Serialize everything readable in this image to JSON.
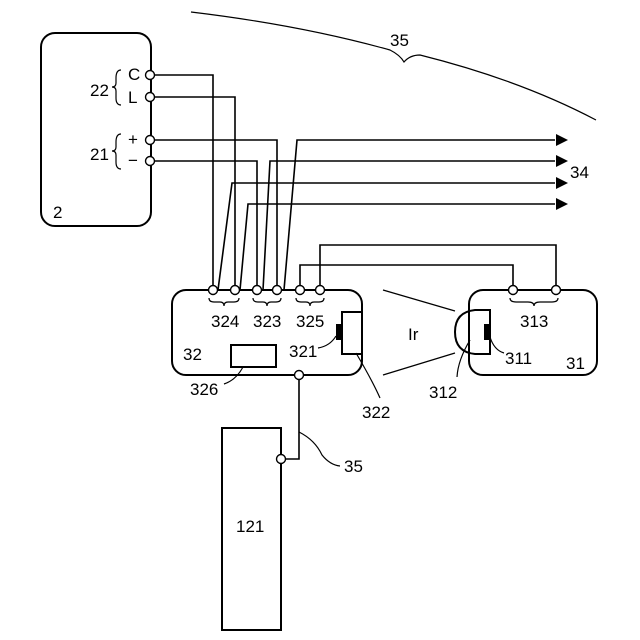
{
  "labels": {
    "device2": "2",
    "terminal_group_22": "22",
    "terminal_c": "C",
    "terminal_l": "L",
    "terminal_group_21": "21",
    "terminal_plus": "+",
    "terminal_minus": "−",
    "cable_35_top": "35",
    "line_bundle_34": "34",
    "group_324": "324",
    "group_323": "323",
    "group_325": "325",
    "unit_32": "32",
    "emitter_321": "321",
    "lens_322": "322",
    "component_326": "326",
    "ir_label": "Ir",
    "group_313": "313",
    "receiver_311": "311",
    "lens_312": "312",
    "unit_31": "31",
    "cable_35_bottom": "35",
    "panel_121": "121"
  }
}
